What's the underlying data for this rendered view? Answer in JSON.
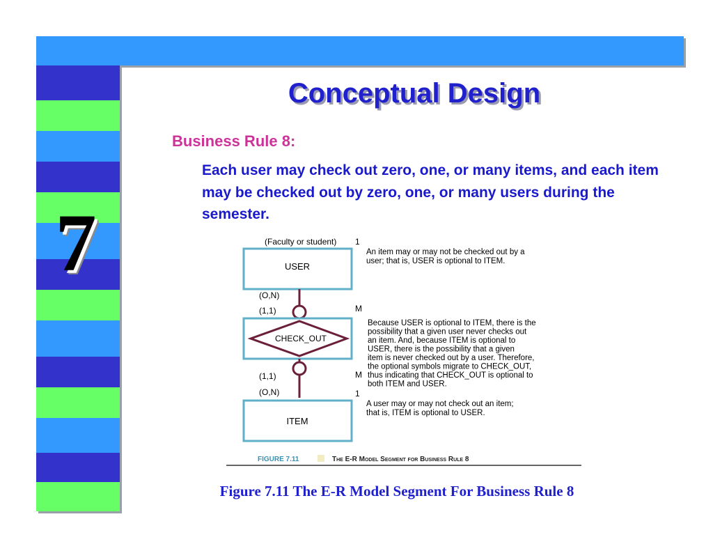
{
  "colors": {
    "top_bar": "#3399ff",
    "stripe_blue": "#3333cc",
    "stripe_green": "#66ff66",
    "stripe_light": "#3399ff",
    "title": "#2020cc",
    "rule_heading": "#cc3399",
    "rule_text": "#1a1acc",
    "diagram_line": "#6b1f3a"
  },
  "chapter_number": "7",
  "title": "Conceptual Design",
  "rule_heading": "Business Rule 8:",
  "rule_text": "Each user may check out zero, one, or many items, and each item may be checked out by zero, one, or many users during the semester.",
  "diagram": {
    "entity_user": "USER",
    "entity_item": "ITEM",
    "relationship": "CHECK_OUT",
    "user_role": "(Faculty or student)",
    "card_user_top": "1",
    "card_user_conn": "(O,N)",
    "card_checkout_top": "(1,1)",
    "card_checkout_top_m": "M",
    "card_checkout_bottom": "(1,1)",
    "card_checkout_bottom_m": "M",
    "card_item_conn": "(O,N)",
    "card_item_top": "1",
    "note1_lines": [
      "An item may or may not be checked out by a",
      "user; that is, USER is optional to ITEM."
    ],
    "note2_lines": [
      "Because USER is optional to ITEM, there is the",
      "possibility that a given user never checks out",
      "an item.  And, because ITEM is optional to",
      "USER, there is the possibility that a given",
      "item is never checked out by a user.  Therefore,",
      "the optional symbols migrate to CHECK_OUT,",
      "thus indicating that CHECK_OUT is optional to",
      "both ITEM and USER."
    ],
    "note3_lines": [
      "A user may or may not check out an item;",
      "that is, ITEM is optional to USER."
    ],
    "figure_label": "FIGURE 7.11",
    "figure_title": "The E-R Model Segment for Business Rule 8"
  },
  "caption": "Figure 7.11  The E-R Model Segment For Business Rule 8"
}
